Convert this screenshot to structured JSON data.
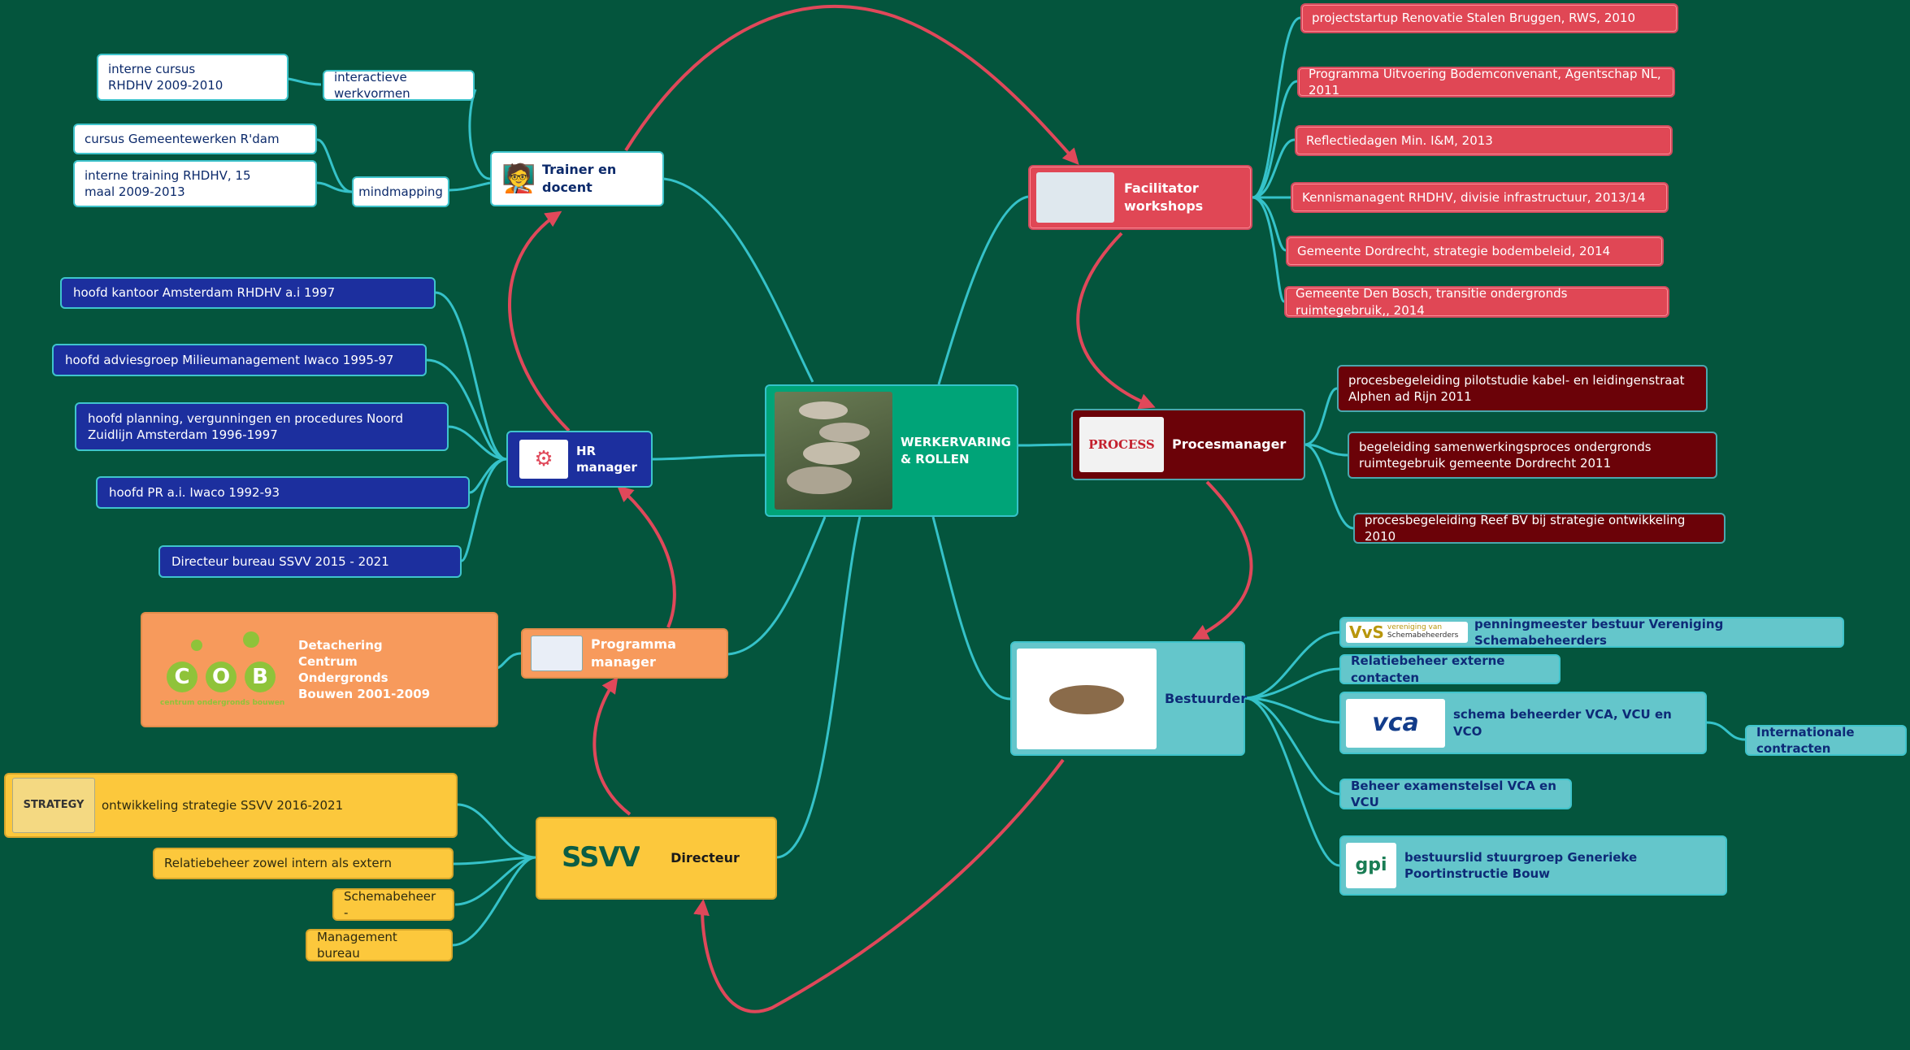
{
  "center": {
    "title": "WERKERVARING & ROLLEN",
    "icon": "stepping-stones-image"
  },
  "roles": {
    "trainer": "Trainer en docent",
    "hr": "HR manager",
    "programma": "Programma manager",
    "directeur": "Directeur",
    "facilitator": "Facilitator workshops",
    "proces": "Procesmanager",
    "bestuurder": "Bestuurder"
  },
  "trainer_children": {
    "interactief": "interactieve werkvormen",
    "mindmapping": "mindmapping",
    "cursus_rhdhv": "interne cursus RHDHV 2009-2010",
    "cursus_gemeente": "cursus Gemeentewerken R'dam",
    "training_rhdhv": "interne training RHDHV, 15 maal 2009-2013"
  },
  "hr_children": [
    "hoofd kantoor Amsterdam RHDHV a.i 1997",
    "hoofd adviesgroep Milieumanagement Iwaco 1995-97",
    "hoofd planning, vergunningen en procedures Noord Zuidlijn Amsterdam 1996-1997",
    "hoofd PR a.i. Iwaco 1992-93",
    "Directeur bureau SSVV 2015 - 2021"
  ],
  "programma_children": {
    "cob": "Detachering Centrum Ondergronds Bouwen 2001-2009",
    "cob_logo": "COB",
    "cob_logo_sub": "centrum ondergronds bouwen"
  },
  "directeur_children": [
    "ontwikkeling strategie SSVV 2016-2021",
    "Relatiebeheer zowel intern als extern",
    "Schemabeheer -",
    "Management bureau"
  ],
  "directeur_logo": "SSVV",
  "strategy_logo": "STRATEGY",
  "facilitator_children": [
    "projectstartup Renovatie Stalen Bruggen, RWS, 2010",
    "Programma Uitvoering Bodemconvenant, Agentschap NL, 2011",
    "Reflectiedagen Min. I&M, 2013",
    "Kennismanagent RHDHV, divisie infrastructuur, 2013/14",
    "Gemeente Dordrecht, strategie bodembeleid, 2014",
    "Gemeente Den Bosch, transitie ondergronds ruimtegebruik,, 2014"
  ],
  "proces_children": [
    "procesbegeleiding pilotstudie kabel- en leidingenstraat Alphen ad Rijn 2011",
    "begeleiding samenwerkingsproces ondergronds ruimtegebruik gemeente Dordrecht 2011",
    "procesbegeleiding Reef BV bij strategie ontwikkeling 2010"
  ],
  "process_logo": "PROCESS",
  "bestuurder_children": {
    "penningmeester": "penningmeester bestuur Vereniging Schemabeheerders",
    "vvs_logo": "VvS",
    "vvs_sub1": "vereniging van",
    "vvs_sub2": "Schemabeheerders",
    "relatiebeheer": "Relatiebeheer externe contacten",
    "vca": "schema beheerder VCA, VCU en VCO",
    "vca_logo": "vca",
    "internationale": "Internationale contracten",
    "examen": "Beheer examenstelsel VCA en VCU",
    "gpi": "bestuurslid stuurgroep Generieke Poortinstructie Bouw",
    "gpi_logo": "gpi"
  },
  "colors": {
    "background": "#04553d",
    "connector": "#35c2c9",
    "arrow": "#e0485a"
  }
}
